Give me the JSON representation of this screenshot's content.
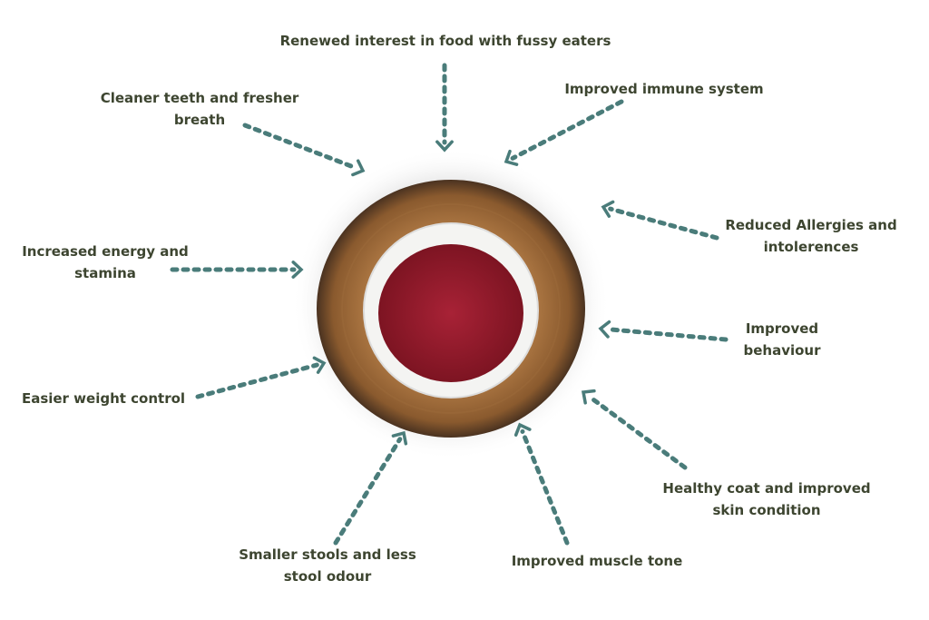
{
  "colors": {
    "text": "#3d4530",
    "arrow": "#4a7c7a",
    "wood": "#b07a45",
    "meat": "#9b1e2e"
  },
  "center_image": "raw-meat-bowl-on-wood-slice",
  "benefits": [
    {
      "lines": [
        "Renewed interest in food with fussy eaters"
      ]
    },
    {
      "lines": [
        "Cleaner teeth and fresher",
        "breath"
      ]
    },
    {
      "lines": [
        "Improved immune system"
      ]
    },
    {
      "lines": [
        "Reduced Allergies and",
        "intolerences"
      ]
    },
    {
      "lines": [
        "Increased energy and",
        "stamina"
      ]
    },
    {
      "lines": [
        "Improved",
        "behaviour"
      ]
    },
    {
      "lines": [
        "Easier weight control"
      ]
    },
    {
      "lines": [
        "Healthy coat and improved",
        "skin condition"
      ]
    },
    {
      "lines": [
        "Smaller stools and less",
        "stool odour"
      ]
    },
    {
      "lines": [
        "Improved muscle tone"
      ]
    }
  ]
}
